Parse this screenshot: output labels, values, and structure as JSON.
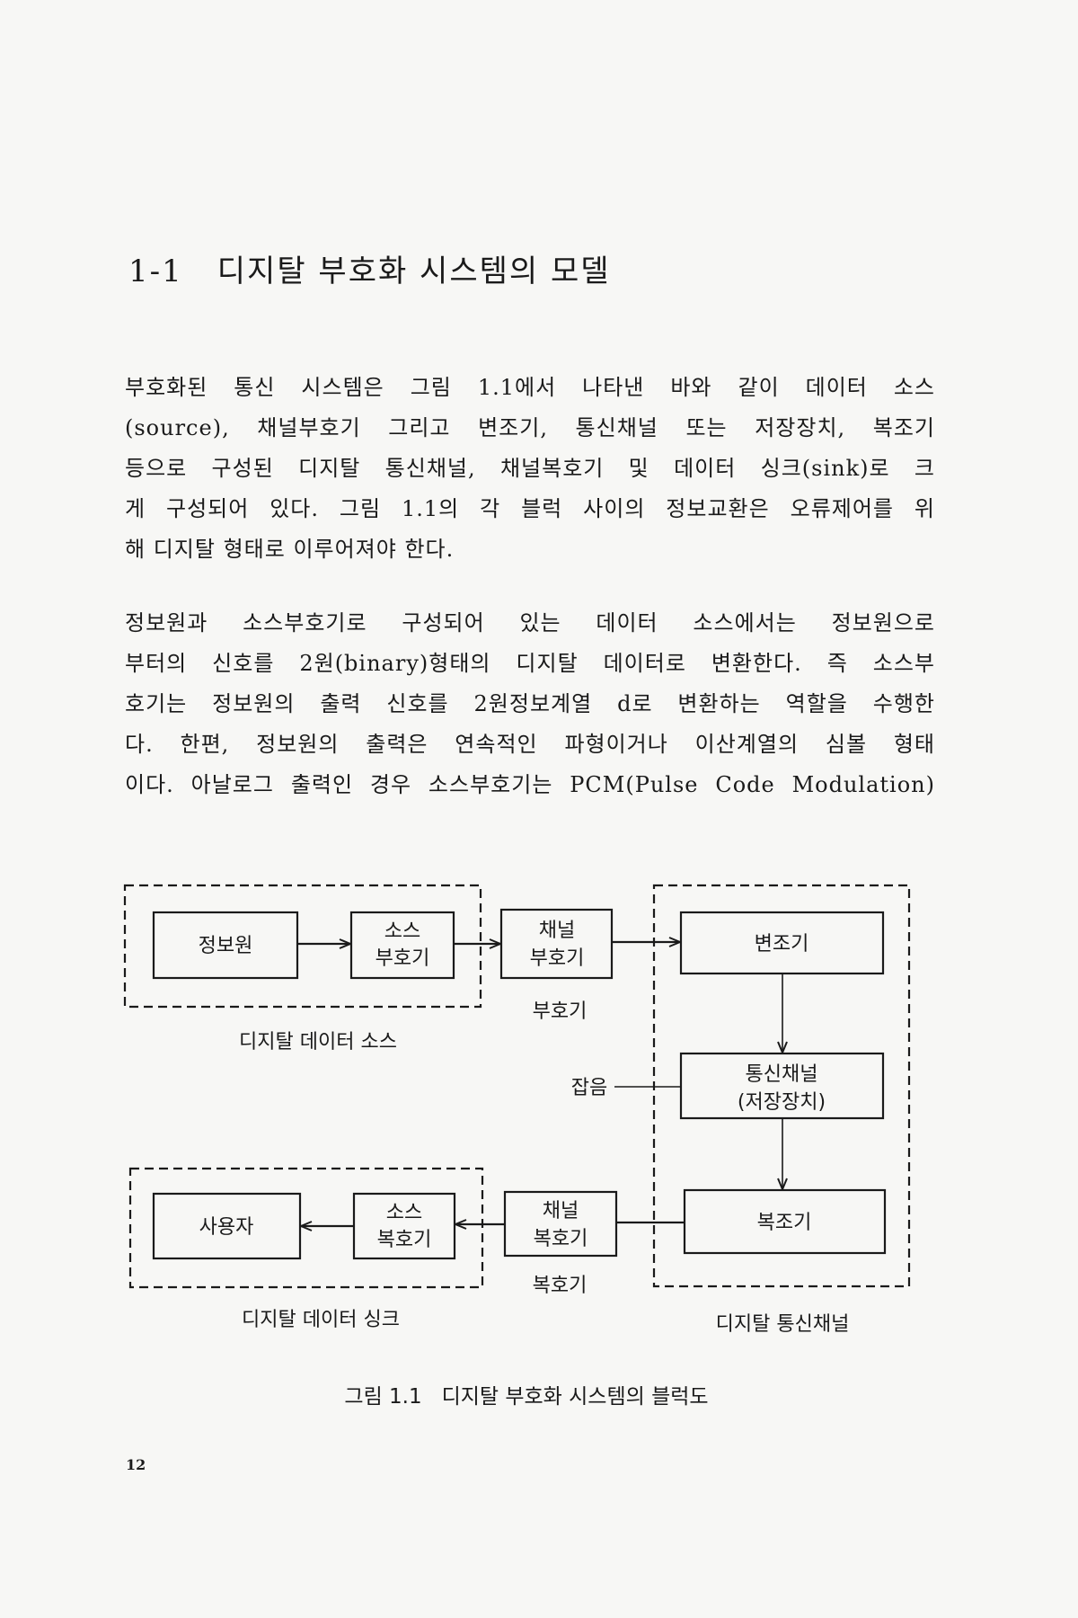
{
  "section": {
    "number": "1-1",
    "title": "디지탈 부호화 시스템의 모델"
  },
  "paragraph1": [
    "부호화된 통신 시스템은 그림 1.1에서 나타낸 바와 같이 데이터 소스",
    "(source), 채널부호기 그리고 변조기, 통신채널 또는 저장장치, 복조기",
    "등으로 구성된 디지탈 통신채널, 채널복호기 및 데이터 싱크(sink)로 크",
    "게 구성되어 있다. 그림 1.1의 각 블럭 사이의 정보교환은 오류제어를 위",
    "해 디지탈 형태로 이루어져야 한다."
  ],
  "paragraph2": [
    "정보원과 소스부호기로 구성되어 있는 데이터 소스에서는 정보원으로",
    "부터의 신호를 2원(binary)형태의 디지탈 데이터로 변환한다. 즉 소스부",
    "호기는 정보원의 출력 신호를 2원정보계열 d로 변환하는 역할을 수행한",
    "다. 한편, 정보원의 출력은 연속적인 파형이거나 이산계열의 심볼 형태",
    "이다. 아날로그 출력인 경우 소스부호기는 PCM(Pulse Code Modulation)"
  ],
  "diagram": {
    "source_block": "정보원",
    "source_encoder": [
      "소스",
      "부호기"
    ],
    "channel_encoder": [
      "채널",
      "부호기"
    ],
    "encoder_label": "부호기",
    "data_source_label": "디지탈 데이터 소스",
    "modulator": "변조기",
    "channel": [
      "통신채널",
      "(저장장치)"
    ],
    "noise_label": "잡음",
    "demodulator": "복조기",
    "user_block": "사용자",
    "source_decoder": [
      "소스",
      "복호기"
    ],
    "channel_decoder": [
      "채널",
      "복호기"
    ],
    "decoder_label": "복호기",
    "data_sink_label": "디지탈 데이터 싱크",
    "digital_channel_label": "디지탈 통신채널"
  },
  "caption": "그림 1.1   디지탈 부호화 시스템의 블럭도",
  "page_number": "12"
}
